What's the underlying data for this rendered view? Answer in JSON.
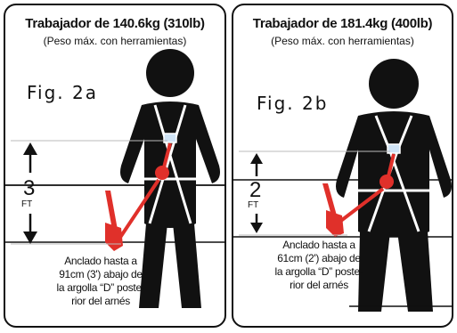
{
  "panel_a": {
    "title": "Trabajador de 140.6kg (310lb)",
    "subtitle": "(Peso máx. con herramientas)",
    "fig_label": "Fig. 2a",
    "distance_value": "3",
    "distance_unit": "FT",
    "anchor_note": [
      "Anclado hasta a",
      "91cm (3') abajo de",
      "la argolla “D” poste-",
      "rior del arnés"
    ]
  },
  "panel_b": {
    "title": "Trabajador de 181.4kg (400lb)",
    "subtitle": "(Peso máx. con herramientas)",
    "fig_label": "Fig. 2b",
    "distance_value": "2",
    "distance_unit": "FT",
    "anchor_note": [
      "Anclado hasta a",
      "61cm (2') abajo de",
      "la argolla “D” poste-",
      "rior del arnés"
    ]
  },
  "colors": {
    "lanyard": "#e0302a",
    "figure": "#111111",
    "outline": "#111111"
  }
}
